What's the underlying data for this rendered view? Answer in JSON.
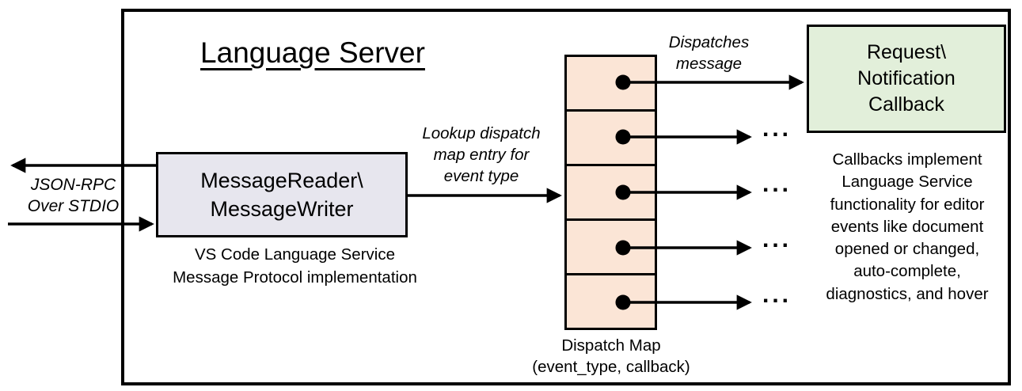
{
  "title": "Language Server",
  "io": {
    "label": "JSON-RPC\nOver STDIO"
  },
  "message_box": {
    "label": "MessageReader\\\nMessageWriter",
    "caption": "VS Code Language Service\nMessage Protocol implementation"
  },
  "lookup": {
    "label": "Lookup dispatch\nmap entry for\nevent type"
  },
  "dispatch_map": {
    "caption": "Dispatch Map\n(event_type, callback)",
    "cell_count": 5
  },
  "dispatches": {
    "label": "Dispatches\nmessage"
  },
  "callback_box": {
    "label": "Request\\\nNotification\nCallback"
  },
  "callbacks_note": "Callbacks implement\nLanguage Service\nfunctionality for editor\nevents like document\nopened or changed,\nauto-complete,\ndiagnostics, and hover",
  "ellipsis": "...",
  "colors": {
    "message_box_fill": "#e7e6ee",
    "dispatch_map_fill": "#fbe5d6",
    "callback_box_fill": "#e2efda",
    "stroke": "#000000",
    "background": "#ffffff"
  }
}
